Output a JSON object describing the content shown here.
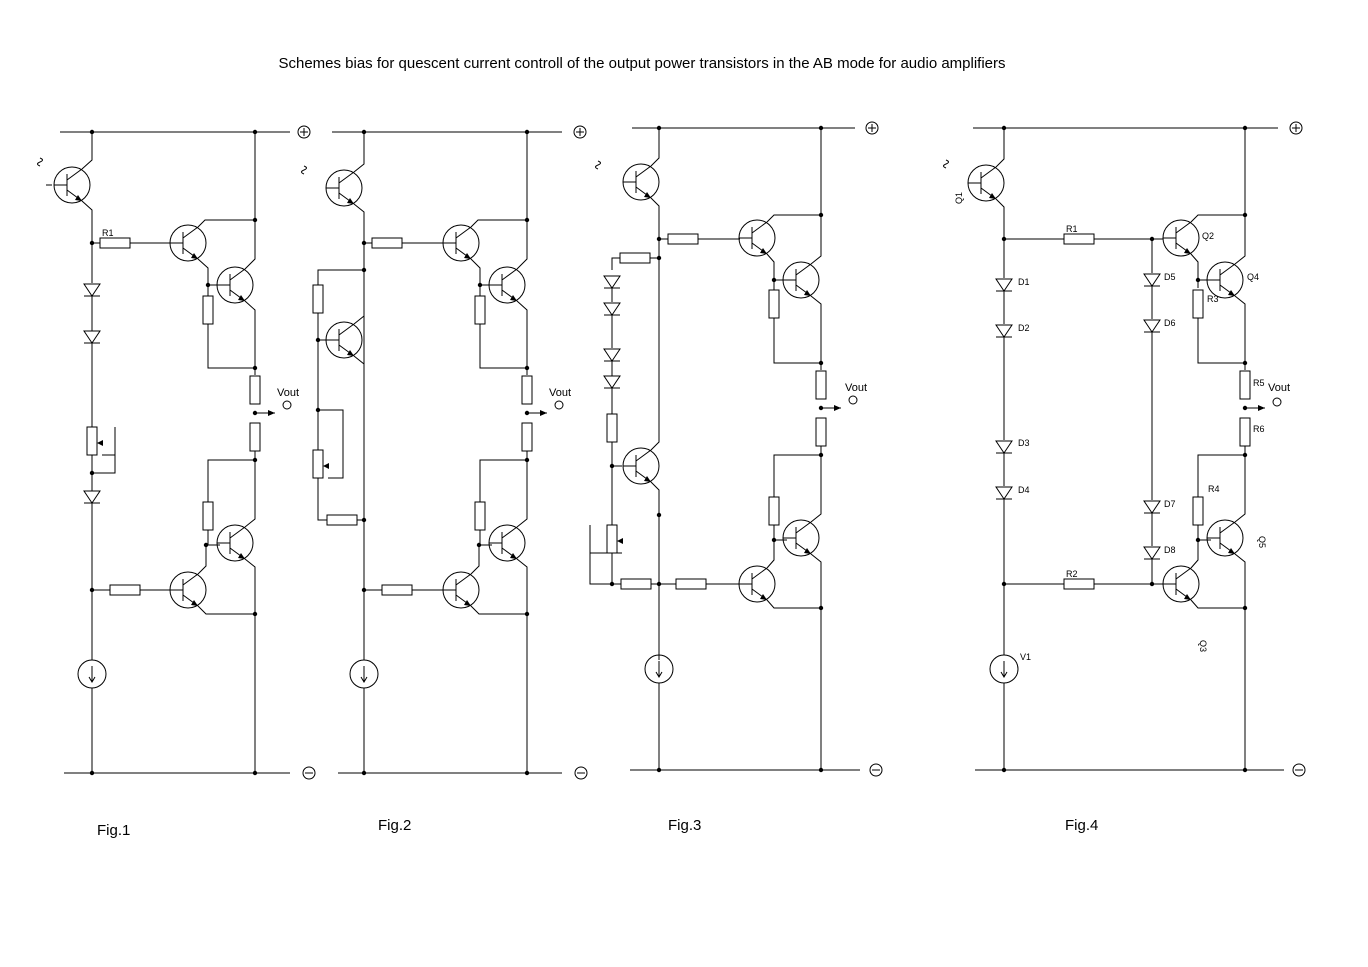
{
  "title": "Schemes bias for quescent current controll of the output power transistors in the AB mode for audio amplifiers",
  "figures": [
    {
      "label": "Fig.1",
      "vout": "Vout",
      "r1": "R1"
    },
    {
      "label": "Fig.2",
      "vout": "Vout"
    },
    {
      "label": "Fig.3",
      "vout": "Vout"
    },
    {
      "label": "Fig.4",
      "vout": "Vout"
    }
  ],
  "fig4_components": {
    "q1": "Q1",
    "q2": "Q2",
    "q3": "Q3",
    "q4": "Q4",
    "q5": "Q5",
    "r1": "R1",
    "r2": "R2",
    "r3": "R3",
    "r4": "R4",
    "r5": "R5",
    "r6": "R6",
    "d1": "D1",
    "d2": "D2",
    "d3": "D3",
    "d4": "D4",
    "d5": "D5",
    "d6": "D6",
    "d7": "D7",
    "d8": "D8",
    "v1": "V1"
  },
  "symbols": {
    "plus": "+",
    "minus": "−",
    "ac": "~"
  }
}
